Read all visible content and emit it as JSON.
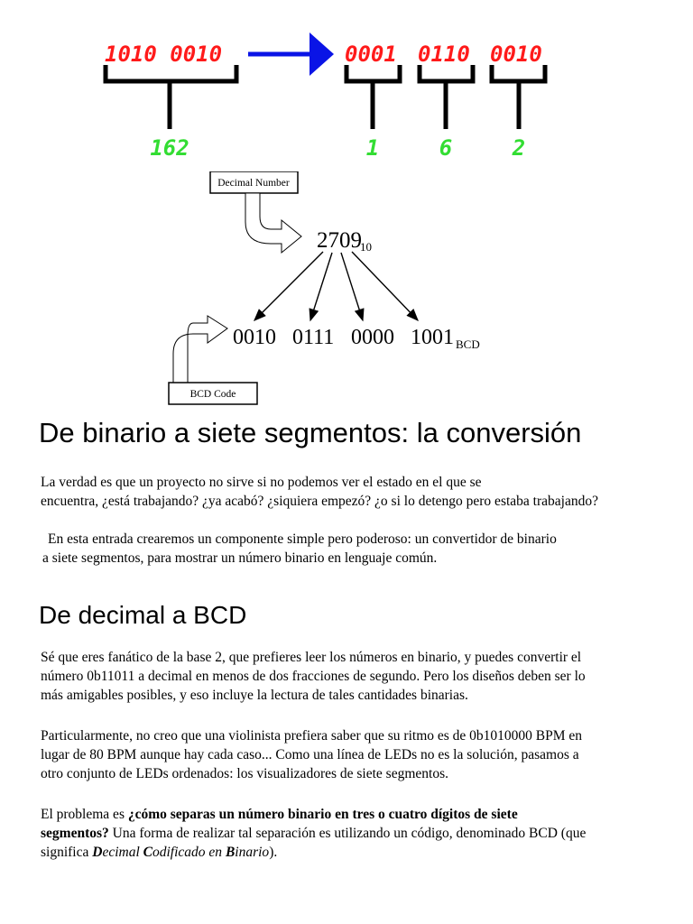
{
  "figure1": {
    "binary_input": "1010 0010",
    "decimal_value": "162",
    "bcd_groups": [
      "0001",
      "0110",
      "0010"
    ],
    "bcd_digits": [
      "1",
      "6",
      "2"
    ],
    "colors": {
      "binary": "#ff1a1a",
      "digits": "#33dd33",
      "arrow": "#0a14e6"
    }
  },
  "figure2": {
    "decimal_label": "Decimal Number",
    "decimal_value": "2709",
    "decimal_base": "10",
    "bcd_groups": [
      "0010",
      "0111",
      "0000",
      "1001"
    ],
    "bcd_suffix": "BCD",
    "bcd_label": "BCD Code"
  },
  "section1": {
    "title": "De binario a siete segmentos: la conversión",
    "para1_line1": "La verdad es que un proyecto no sirve si no podemos ver el estado en el que se",
    "para1_line2": "encuentra, ¿está trabajando? ¿ya acabó? ¿siquiera empezó? ¿o si lo detengo pero estaba trabajando?",
    "para2_line1": "En esta entrada crearemos un componente simple pero poderoso: un convertidor de binario",
    "para2_line2": "a siete segmentos, para mostrar un número binario en lenguaje común."
  },
  "section2": {
    "title": "De decimal a BCD",
    "para1_line1": "Sé que eres fanático de la base 2, que prefieres leer los números en binario, y puedes convertir el",
    "para1_line2": "número 0b11011 a decimal en menos de dos fracciones de segundo. Pero los diseños deben ser lo",
    "para1_line3": "más amigables posibles, y eso incluye la lectura de tales cantidades binarias.",
    "para2_line1": "Particularmente, no creo que una violinista prefiera saber que su ritmo es de 0b1010000 BPM en",
    "para2_line2": "lugar de 80 BPM aunque hay cada caso... Como una línea de LEDs no es la solución, pasamos a",
    "para2_line3": "otro conjunto de LEDs ordenados: los visualizadores de siete segmentos.",
    "para3_line1_pre": "El problema es ",
    "para3_line1_bold": "¿cómo separas un número binario en tres o cuatro dígitos de siete",
    "para3_line2_bold": "segmentos?",
    "para3_line2_rest": " Una forma de realizar tal separación es utilizando un código, denominado BCD (que",
    "para3_line3_pre": "significa ",
    "para3_d_bold": "D",
    "para3_d_rest": "ecimal ",
    "para3_c_bold": "C",
    "para3_c_rest": "odificado en ",
    "para3_b_bold": "B",
    "para3_b_rest": "inario",
    "para3_line3_end": ")."
  }
}
